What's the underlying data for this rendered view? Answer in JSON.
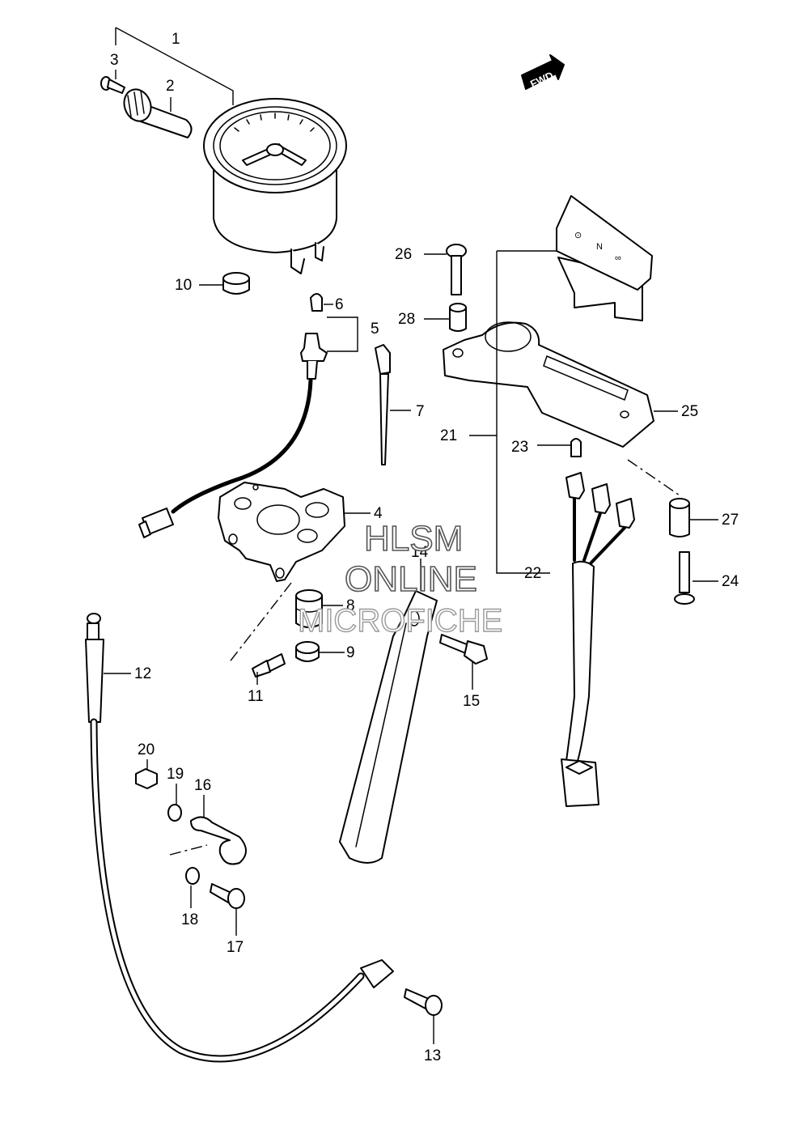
{
  "diagram": {
    "badge": "FWD",
    "callouts": [
      {
        "id": "c1",
        "label": "1"
      },
      {
        "id": "c2",
        "label": "2"
      },
      {
        "id": "c3",
        "label": "3"
      },
      {
        "id": "c4",
        "label": "4"
      },
      {
        "id": "c5",
        "label": "5"
      },
      {
        "id": "c6",
        "label": "6"
      },
      {
        "id": "c7",
        "label": "7"
      },
      {
        "id": "c8",
        "label": "8"
      },
      {
        "id": "c9",
        "label": "9"
      },
      {
        "id": "c10",
        "label": "10"
      },
      {
        "id": "c11",
        "label": "11"
      },
      {
        "id": "c12",
        "label": "12"
      },
      {
        "id": "c13",
        "label": "13"
      },
      {
        "id": "c14",
        "label": "14"
      },
      {
        "id": "c15",
        "label": "15"
      },
      {
        "id": "c16",
        "label": "16"
      },
      {
        "id": "c17",
        "label": "17"
      },
      {
        "id": "c18",
        "label": "18"
      },
      {
        "id": "c19",
        "label": "19"
      },
      {
        "id": "c20",
        "label": "20"
      },
      {
        "id": "c21",
        "label": "21"
      },
      {
        "id": "c22",
        "label": "22"
      },
      {
        "id": "c23",
        "label": "23"
      },
      {
        "id": "c24",
        "label": "24"
      },
      {
        "id": "c25",
        "label": "25"
      },
      {
        "id": "c26",
        "label": "26"
      },
      {
        "id": "c27",
        "label": "27"
      },
      {
        "id": "c28",
        "label": "28"
      }
    ],
    "indicator_marks": [
      "⊙",
      "N",
      "∞"
    ],
    "watermark": [
      "HLSM",
      "ONLINE",
      "MICROFICHE"
    ]
  }
}
